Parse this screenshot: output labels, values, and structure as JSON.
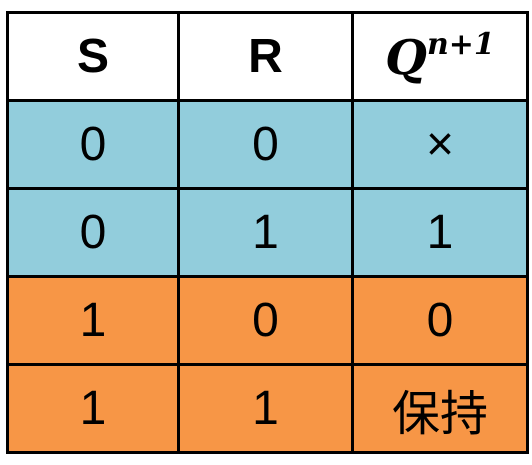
{
  "table": {
    "headers": {
      "s": "S",
      "r": "R",
      "q_base": "Q",
      "q_sup": "n+1"
    },
    "rows": [
      {
        "s": "0",
        "r": "0",
        "q": "×",
        "group": "blue"
      },
      {
        "s": "0",
        "r": "1",
        "q": "1",
        "group": "blue"
      },
      {
        "s": "1",
        "r": "0",
        "q": "0",
        "group": "orange"
      },
      {
        "s": "1",
        "r": "1",
        "q": "保持",
        "group": "orange"
      }
    ]
  },
  "colors": {
    "blue_rows": "#92cddc",
    "orange_rows": "#f79646",
    "border": "#000000",
    "header_bg": "#ffffff"
  }
}
